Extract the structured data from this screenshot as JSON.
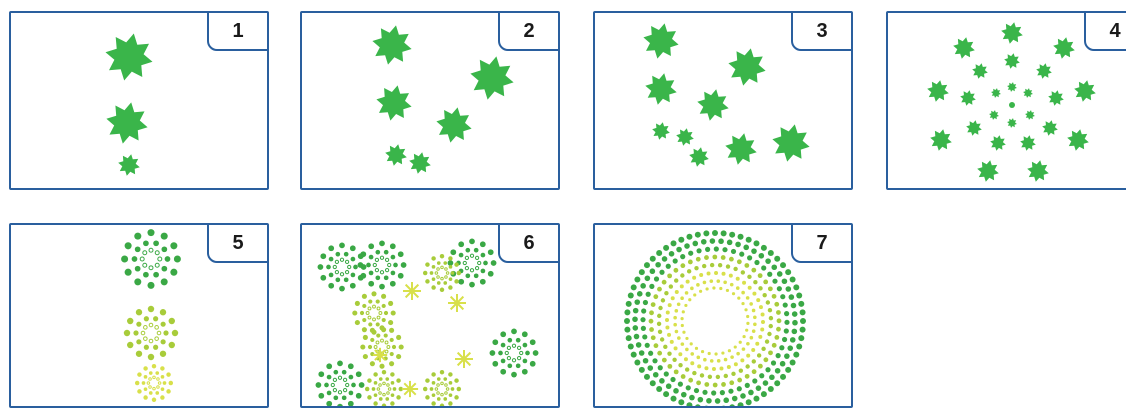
{
  "panels": [
    {
      "id": "p1",
      "label": "1"
    },
    {
      "id": "p2",
      "label": "2"
    },
    {
      "id": "p3",
      "label": "3"
    },
    {
      "id": "p4",
      "label": "4"
    },
    {
      "id": "p5",
      "label": "5"
    },
    {
      "id": "p6",
      "label": "6"
    },
    {
      "id": "p7",
      "label": "7"
    }
  ],
  "colors": {
    "border": "#2a5f9e",
    "star_green": "#3ab54a",
    "dot_green": "#3aa845",
    "dot_lime": "#a8cc3a",
    "dot_yellow": "#d8e04a"
  }
}
